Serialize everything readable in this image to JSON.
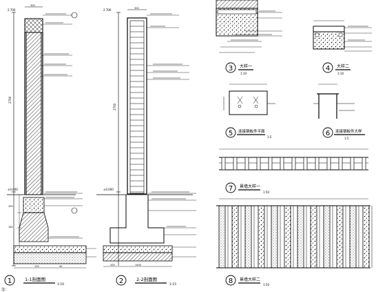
{
  "views": {
    "v1": {
      "number": "1",
      "title": "1-1剖面图",
      "scale": "1:10"
    },
    "v2": {
      "number": "2",
      "title": "2-2剖面图",
      "scale": "1:15"
    },
    "v3": {
      "number": "3",
      "title": "大样一",
      "scale": "1:10"
    },
    "v4": {
      "number": "4",
      "title": "大样二",
      "scale": "1:10"
    },
    "v5": {
      "number": "5",
      "title": "连接钢板件平面",
      "scale": "1:5"
    },
    "v6": {
      "number": "6",
      "title": "连接钢板件大样",
      "scale": "1:5"
    },
    "v7": {
      "number": "7",
      "title": "景墙大样一",
      "scale": "1:50"
    },
    "v8": {
      "number": "8",
      "title": "景墙大样二",
      "scale": "1:50"
    }
  },
  "dims": {
    "d300": "300",
    "d2700": "2700",
    "d180": "180",
    "d1500": "1500",
    "d200": "200",
    "d100": "100",
    "d40": "40"
  },
  "levels": {
    "top": "2.700",
    "ground": "±0.000"
  },
  "notes": {
    "foot": "注："
  }
}
